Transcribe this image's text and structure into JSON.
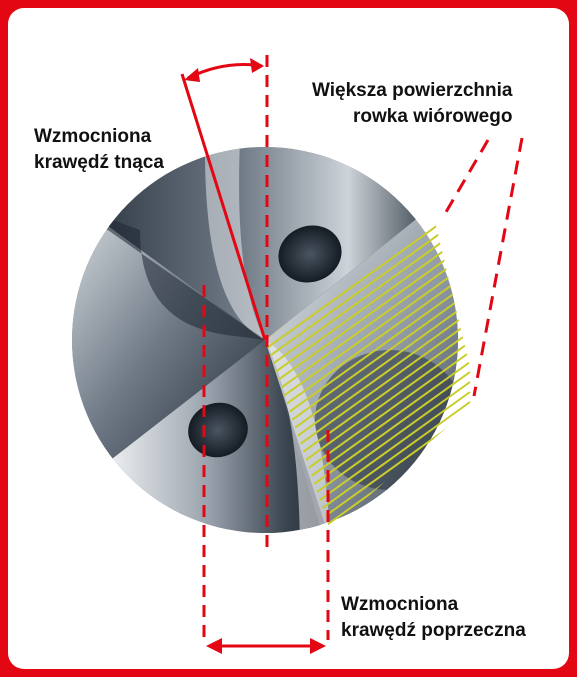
{
  "labels": {
    "reinforced_cutting_edge": [
      "Wzmocniona",
      "krawędź tnąca"
    ],
    "larger_flute_surface": [
      "Większa powierzchnia",
      "rowka wiórowego"
    ],
    "reinforced_chisel_edge": [
      "Wzmocniona",
      "krawędź poprzeczna"
    ]
  },
  "colors": {
    "frame": "#e30613",
    "background": "#ffffff",
    "annotation": "#e30613",
    "hatch": "#c9cd2a",
    "drill_dark": "#1c2530",
    "drill_light": "#dde2e6"
  }
}
